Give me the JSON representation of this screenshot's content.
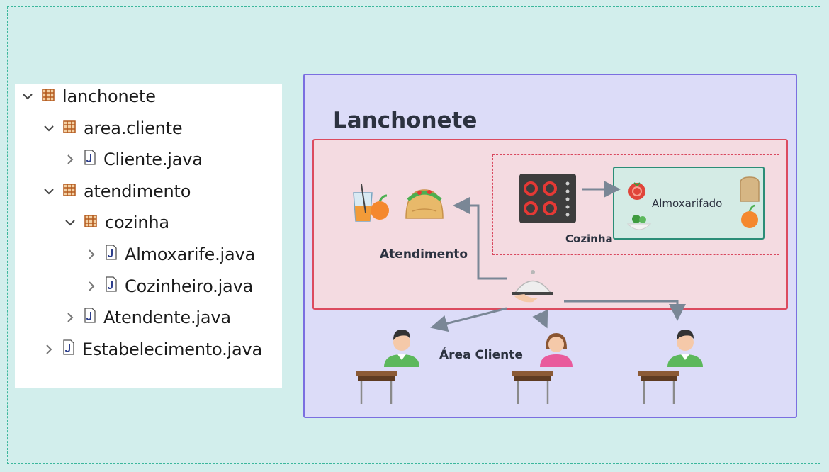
{
  "tree": {
    "items": [
      {
        "label": "lanchonete",
        "kind": "package",
        "expanded": true,
        "depth": 0
      },
      {
        "label": "area.cliente",
        "kind": "package",
        "expanded": true,
        "depth": 1
      },
      {
        "label": "Cliente.java",
        "kind": "file",
        "expanded": false,
        "depth": 2
      },
      {
        "label": "atendimento",
        "kind": "package",
        "expanded": true,
        "depth": 1
      },
      {
        "label": "cozinha",
        "kind": "package",
        "expanded": true,
        "depth": 2
      },
      {
        "label": "Almoxarife.java",
        "kind": "file",
        "expanded": false,
        "depth": 3
      },
      {
        "label": "Cozinheiro.java",
        "kind": "file",
        "expanded": false,
        "depth": 3
      },
      {
        "label": "Atendente.java",
        "kind": "file",
        "expanded": false,
        "depth": 2
      },
      {
        "label": "Estabelecimento.java",
        "kind": "file",
        "expanded": false,
        "depth": 1
      }
    ]
  },
  "diagram": {
    "title": "Lanchonete",
    "atendimento_label": "Atendimento",
    "cozinha_label": "Cozinha",
    "almoxarifado_label": "Almoxarifado",
    "area_cliente_label": "Área Cliente"
  },
  "colors": {
    "background": "#d2eeec",
    "outer_dash": "#3bb79c",
    "board_fill": "#dcdcf8",
    "board_border": "#7b6fe0",
    "atendimento_fill": "#f4dbe1",
    "atendimento_border": "#dc4b5f",
    "almoxarifado_fill": "#d4ebe5",
    "almoxarifado_border": "#2b8d77",
    "arrow": "#7a8796",
    "package_icon": "#b45a1e",
    "file_icon": "#2d3e8c"
  },
  "icons": [
    "chevron-down-icon",
    "chevron-right-icon",
    "package-icon",
    "java-file-icon",
    "juice-icon",
    "orange-icon",
    "taco-icon",
    "stove-icon",
    "tomato-icon",
    "lettuce-icon",
    "bread-icon",
    "serving-tray-icon",
    "man-icon",
    "woman-icon",
    "table-icon"
  ]
}
